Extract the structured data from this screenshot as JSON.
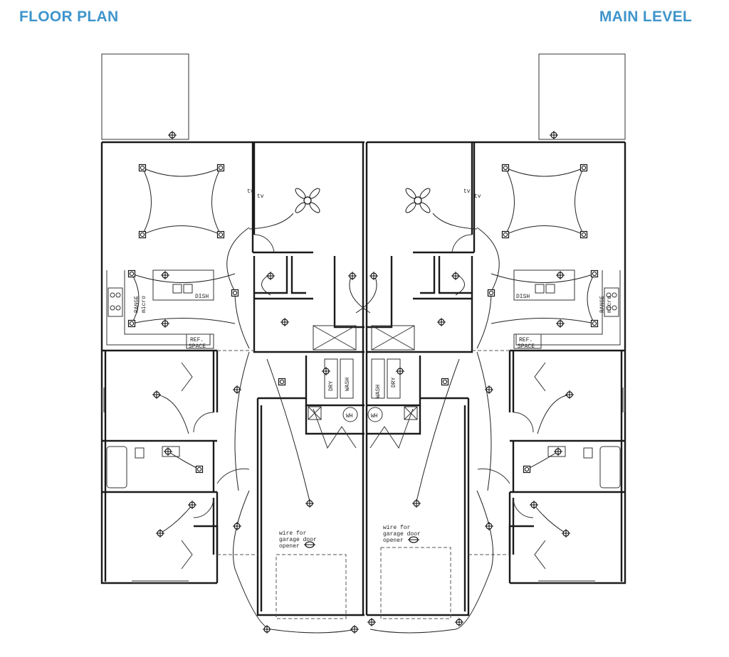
{
  "header": {
    "title_left": "FLOOR PLAN",
    "title_right": "MAIN LEVEL"
  },
  "colors": {
    "title": "#3f95cb",
    "line": "#1a1a1a"
  },
  "labels": {
    "tv": "tv",
    "range": "RANGE",
    "micro": "micro",
    "dish": "DISH",
    "ref_space_1": "REF.",
    "ref_space_2": "SPACE",
    "wash": "WASH",
    "dry": "DRY",
    "wh": "WH",
    "garage_note_1": "wire for",
    "garage_note_2": "garage door",
    "garage_note_3": "opener"
  },
  "icons": [
    "ceiling-light-icon",
    "ceiling-fan-icon",
    "recessed-light-icon",
    "exterior-light-icon"
  ]
}
